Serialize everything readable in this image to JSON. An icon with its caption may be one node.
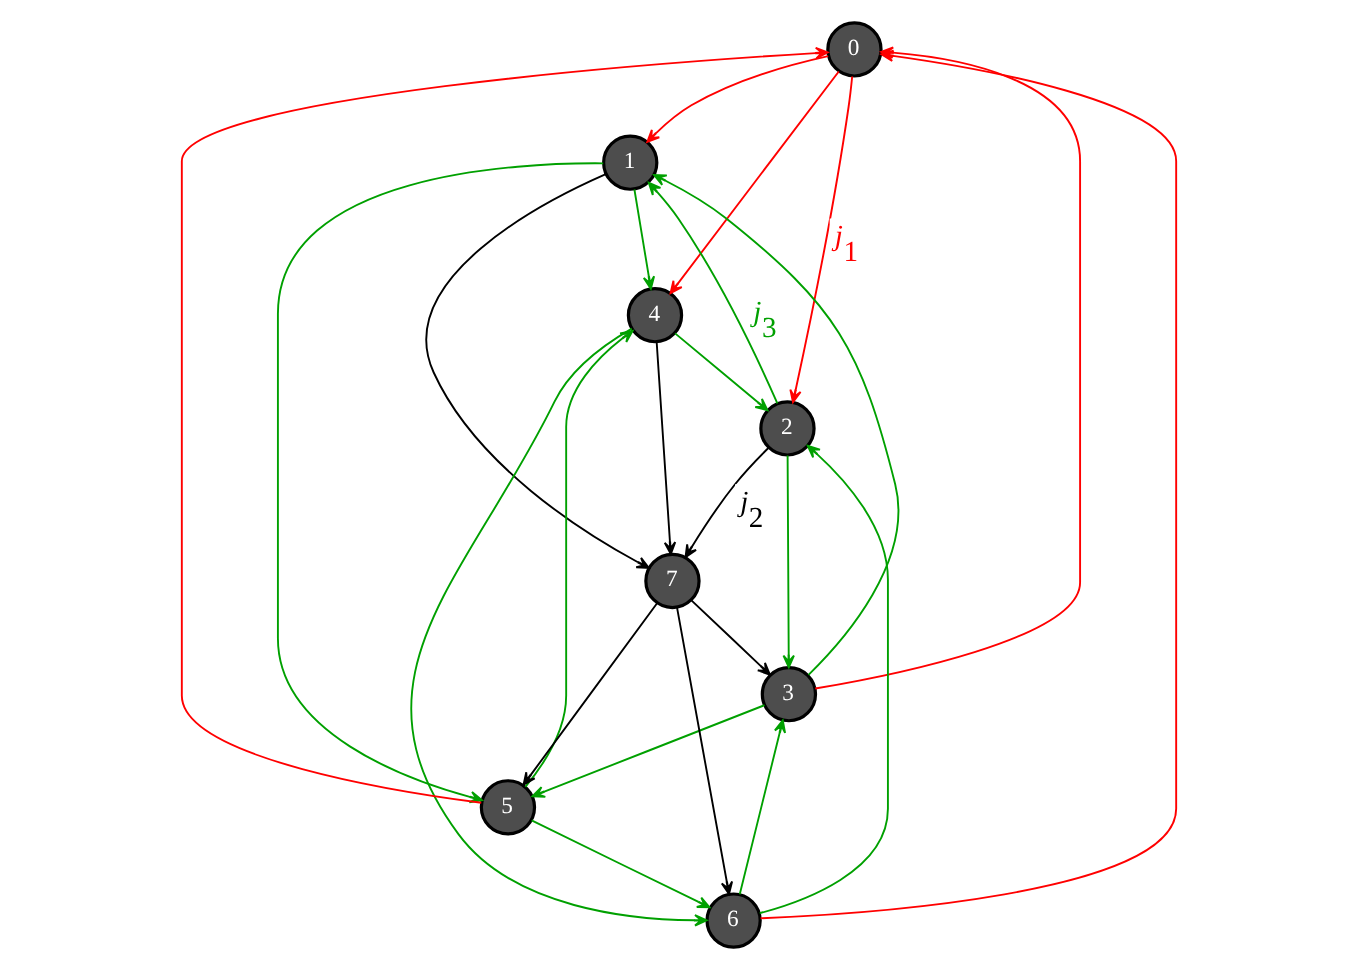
{
  "diagram": {
    "nodes": [
      {
        "text": [
          "0"
        ]
      },
      {
        "text": [
          "1"
        ]
      },
      {
        "text": [
          "2"
        ]
      },
      {
        "text": [
          "3"
        ]
      },
      {
        "text": [
          "4"
        ]
      },
      {
        "text": [
          "5"
        ]
      },
      {
        "text": [
          "6"
        ]
      },
      {
        "text": [
          "7"
        ]
      }
    ],
    "edges": [
      {
        "from": 6,
        "to": 0,
        "arrow": "to",
        "color": "#ff0000"
      },
      {
        "from": 3,
        "to": 0,
        "arrow": "to",
        "color": "#ff0000"
      },
      {
        "from": 5,
        "to": 0,
        "arrow": "to",
        "color": "#ff0000"
      },
      {
        "from": 0,
        "to": 4,
        "arrow": "to",
        "color": "#ff0000"
      },
      {
        "from": 0,
        "to": 1,
        "arrow": "to",
        "color": "#ff0000"
      },
      {
        "from": 0,
        "to": 2,
        "arrow": "to",
        "color": "#ff0000",
        "label": "*j*$_{1}$"
      },
      {
        "from": 1,
        "to": 7,
        "arrow": "to",
        "color": "#000000"
      },
      {
        "from": 7,
        "to": 6,
        "arrow": "to",
        "color": "#000000"
      },
      {
        "from": 2,
        "to": 7,
        "arrow": "to",
        "color": "#000000",
        "label": "*j*$_{2}$"
      },
      {
        "from": 4,
        "to": 7,
        "arrow": "to",
        "color": "#000000"
      },
      {
        "from": 7,
        "to": 3,
        "arrow": "to",
        "color": "#000000"
      },
      {
        "from": 7,
        "to": 5,
        "arrow": "to",
        "color": "#000000"
      },
      {
        "from": 6,
        "to": 2,
        "arrow": "to"
      },
      {
        "from": 2,
        "to": 3,
        "arrow": "to"
      },
      {
        "from": 4,
        "to": 2,
        "arrow": "to"
      },
      {
        "from": 2,
        "to": 1,
        "arrow": "to",
        "label": "*j*$_{3}$"
      },
      {
        "from": 1,
        "to": 4,
        "arrow": "to"
      },
      {
        "from": 4,
        "to": 6,
        "arrow": "to"
      },
      {
        "from": 6,
        "to": 3,
        "arrow": "to"
      },
      {
        "from": 3,
        "to": 1,
        "arrow": "to"
      },
      {
        "from": 5,
        "to": 6,
        "arrow": "to"
      },
      {
        "from": 3,
        "to": 5,
        "arrow": "to"
      },
      {
        "from": 5,
        "to": 4,
        "arrow": "to"
      },
      {
        "from": 1,
        "to": 5,
        "arrow": "to"
      }
    ]
  }
}
